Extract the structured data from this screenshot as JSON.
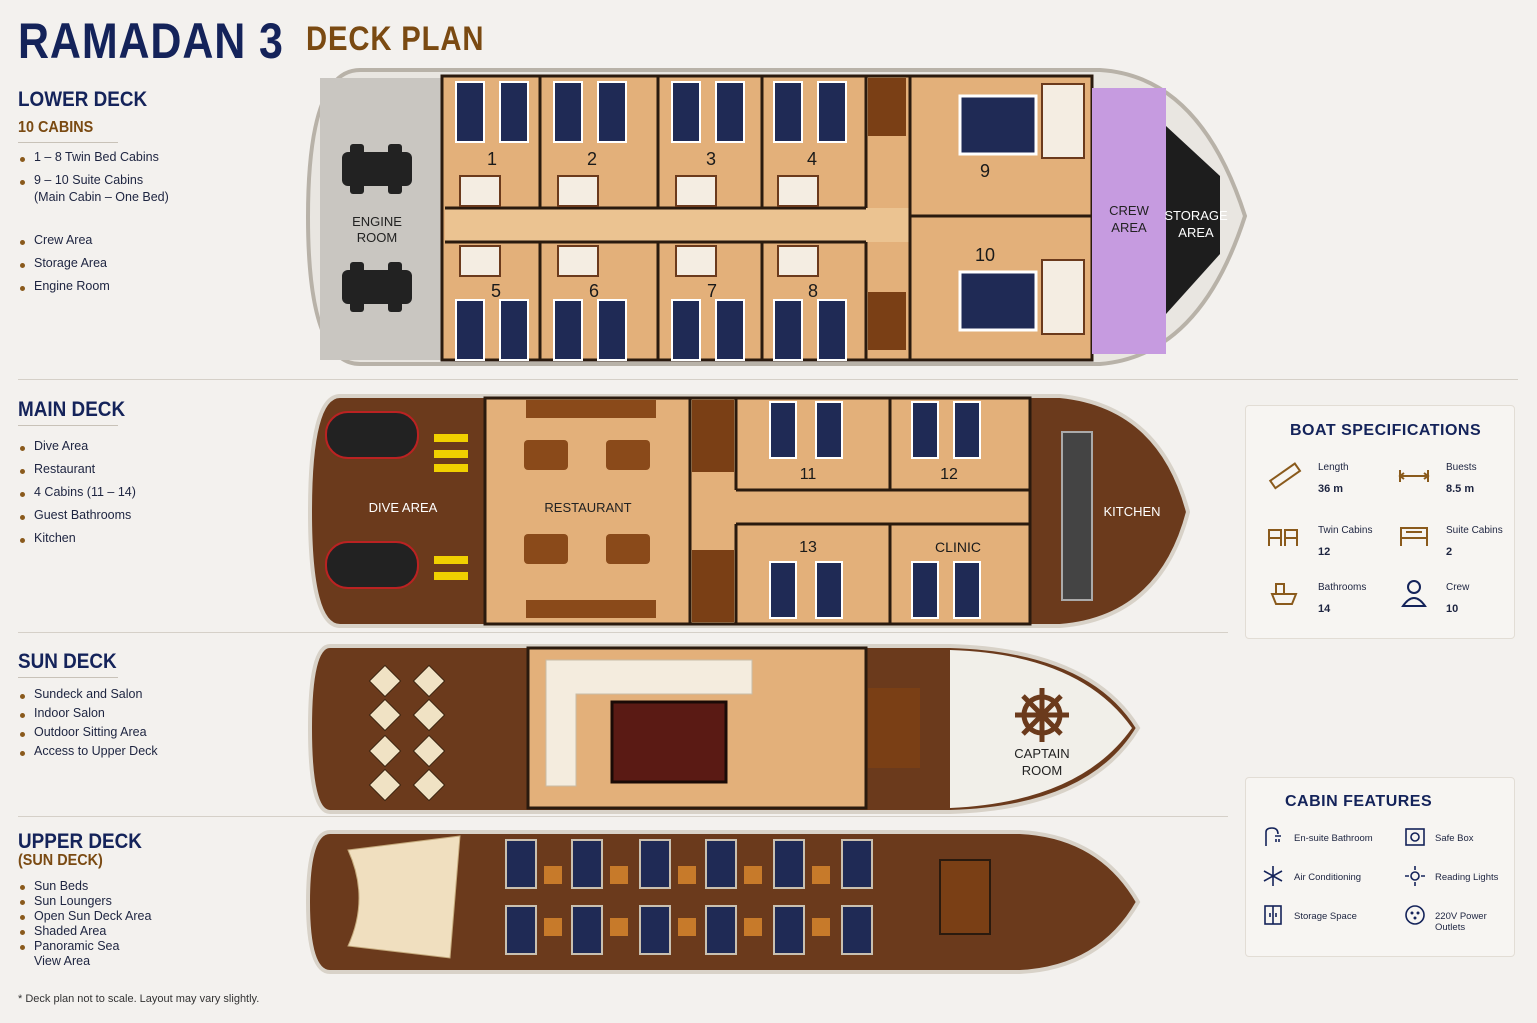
{
  "header": {
    "boat_name": "RAMADAN 3",
    "plan_label": "DECK PLAN"
  },
  "lower_deck": {
    "title": "LOWER DECK",
    "subtitle": "10 CABINS",
    "bullets": [
      "1 – 8 Twin Bed Cabins",
      "9 – 10 Suite Cabins",
      "(Main Cabin – One Bed)",
      "Crew Area",
      "Storage Area",
      "Engine Room"
    ],
    "labels": {
      "engine_1": "ENGINE",
      "engine_2": "ROOM",
      "crew_1": "CREW",
      "crew_2": "AREA",
      "storage_1": "STORAGE",
      "storage_2": "AREA"
    },
    "cabins": [
      "1",
      "2",
      "3",
      "4",
      "5",
      "6",
      "7",
      "8",
      "9",
      "10"
    ]
  },
  "main_deck": {
    "title": "MAIN DECK",
    "bullets": [
      "Dive Area",
      "Restaurant",
      "4 Cabins (11 – 14)",
      "Guest Bathrooms",
      "Kitchen"
    ],
    "labels": {
      "dive": "DIVE AREA",
      "restaurant": "RESTAURANT",
      "kitchen": "KITCHEN",
      "clinic": "CLINIC"
    },
    "cabins": [
      "11",
      "12",
      "13"
    ]
  },
  "sun_deck": {
    "title": "SUN DECK",
    "bullets": [
      "Sundeck and Salon",
      "Indoor Salon",
      "Outdoor Sitting Area",
      "Access to Upper Deck"
    ],
    "labels": {
      "captain_1": "CAPTAIN",
      "captain_2": "ROOM"
    }
  },
  "upper_deck": {
    "title": "UPPER DECK",
    "subtitle": "(SUN DECK)",
    "bullets": [
      "Sun Beds",
      "Sun Loungers",
      "Open Sun Deck Area",
      "Shaded Area",
      "Panoramic Sea",
      "View Area"
    ]
  },
  "boat_specifications": {
    "title": "BOAT  SPECIFICATIONS",
    "items": [
      {
        "label": "Length",
        "value": "36 m",
        "icon": "ruler-icon"
      },
      {
        "label": "Buests",
        "value": "8.5 m",
        "icon": "width-arrows-icon"
      },
      {
        "label": "Twin Cabins",
        "value": "12",
        "icon": "twin-beds-icon"
      },
      {
        "label": "Suite Cabins",
        "value": "2",
        "icon": "bed-icon"
      },
      {
        "label": "Bathrooms",
        "value": "14",
        "icon": "bathroom-icon"
      },
      {
        "label": "Crew",
        "value": "10",
        "icon": "person-icon"
      }
    ]
  },
  "cabin_features": {
    "title": "CABIN FEATURES",
    "items": [
      {
        "label": "En-suite Bathroom",
        "icon": "shower-icon"
      },
      {
        "label": "Safe Box",
        "icon": "safe-icon"
      },
      {
        "label": "Air Conditioning",
        "icon": "snowflake-icon"
      },
      {
        "label": "Reading Lights",
        "icon": "light-icon"
      },
      {
        "label": "Storage Space",
        "icon": "wardrobe-icon"
      },
      {
        "label": "220V Power Outlets",
        "icon": "outlet-icon"
      }
    ]
  },
  "footnote": "* Deck plan not to scale. Layout may vary slightly.",
  "colors": {
    "navy": "#14235a",
    "brown_accent": "#7a4a12",
    "cabin_floor": "#e3b07a",
    "wood_deck": "#6b3a1c",
    "crew_area": "#c69be0",
    "bed": "#1f2a55"
  }
}
